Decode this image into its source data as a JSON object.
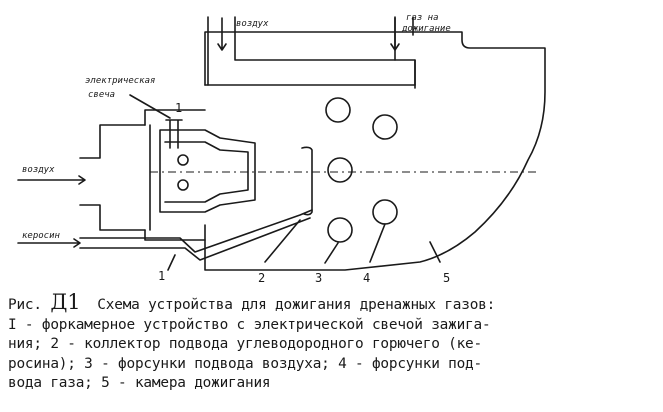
{
  "diagram": {
    "labels": {
      "air_top": "воздух",
      "gas_top_line1": "газ на",
      "gas_top_line2": "дожигание",
      "spark_line1": "электрическая",
      "spark_line2": "свеча",
      "air_left": "воздух",
      "kerosene": "керосин"
    },
    "numbers": [
      "1",
      "2",
      "3",
      "4",
      "5"
    ]
  },
  "caption": {
    "prefix": "Рис. ",
    "fig_id": "Д1",
    "title": "  Схема устройства для дожигания дренажных газов:",
    "line2": "I - форкамерное устройство с электрической свечой зажига-",
    "line3": "ния; 2 - коллектор подвода углеводородного горючего (ке-",
    "line4": "росина); 3 - форсунки подвода воздуха; 4 - форсунки под-",
    "line5": "вода газа; 5 - камера дожигания"
  }
}
